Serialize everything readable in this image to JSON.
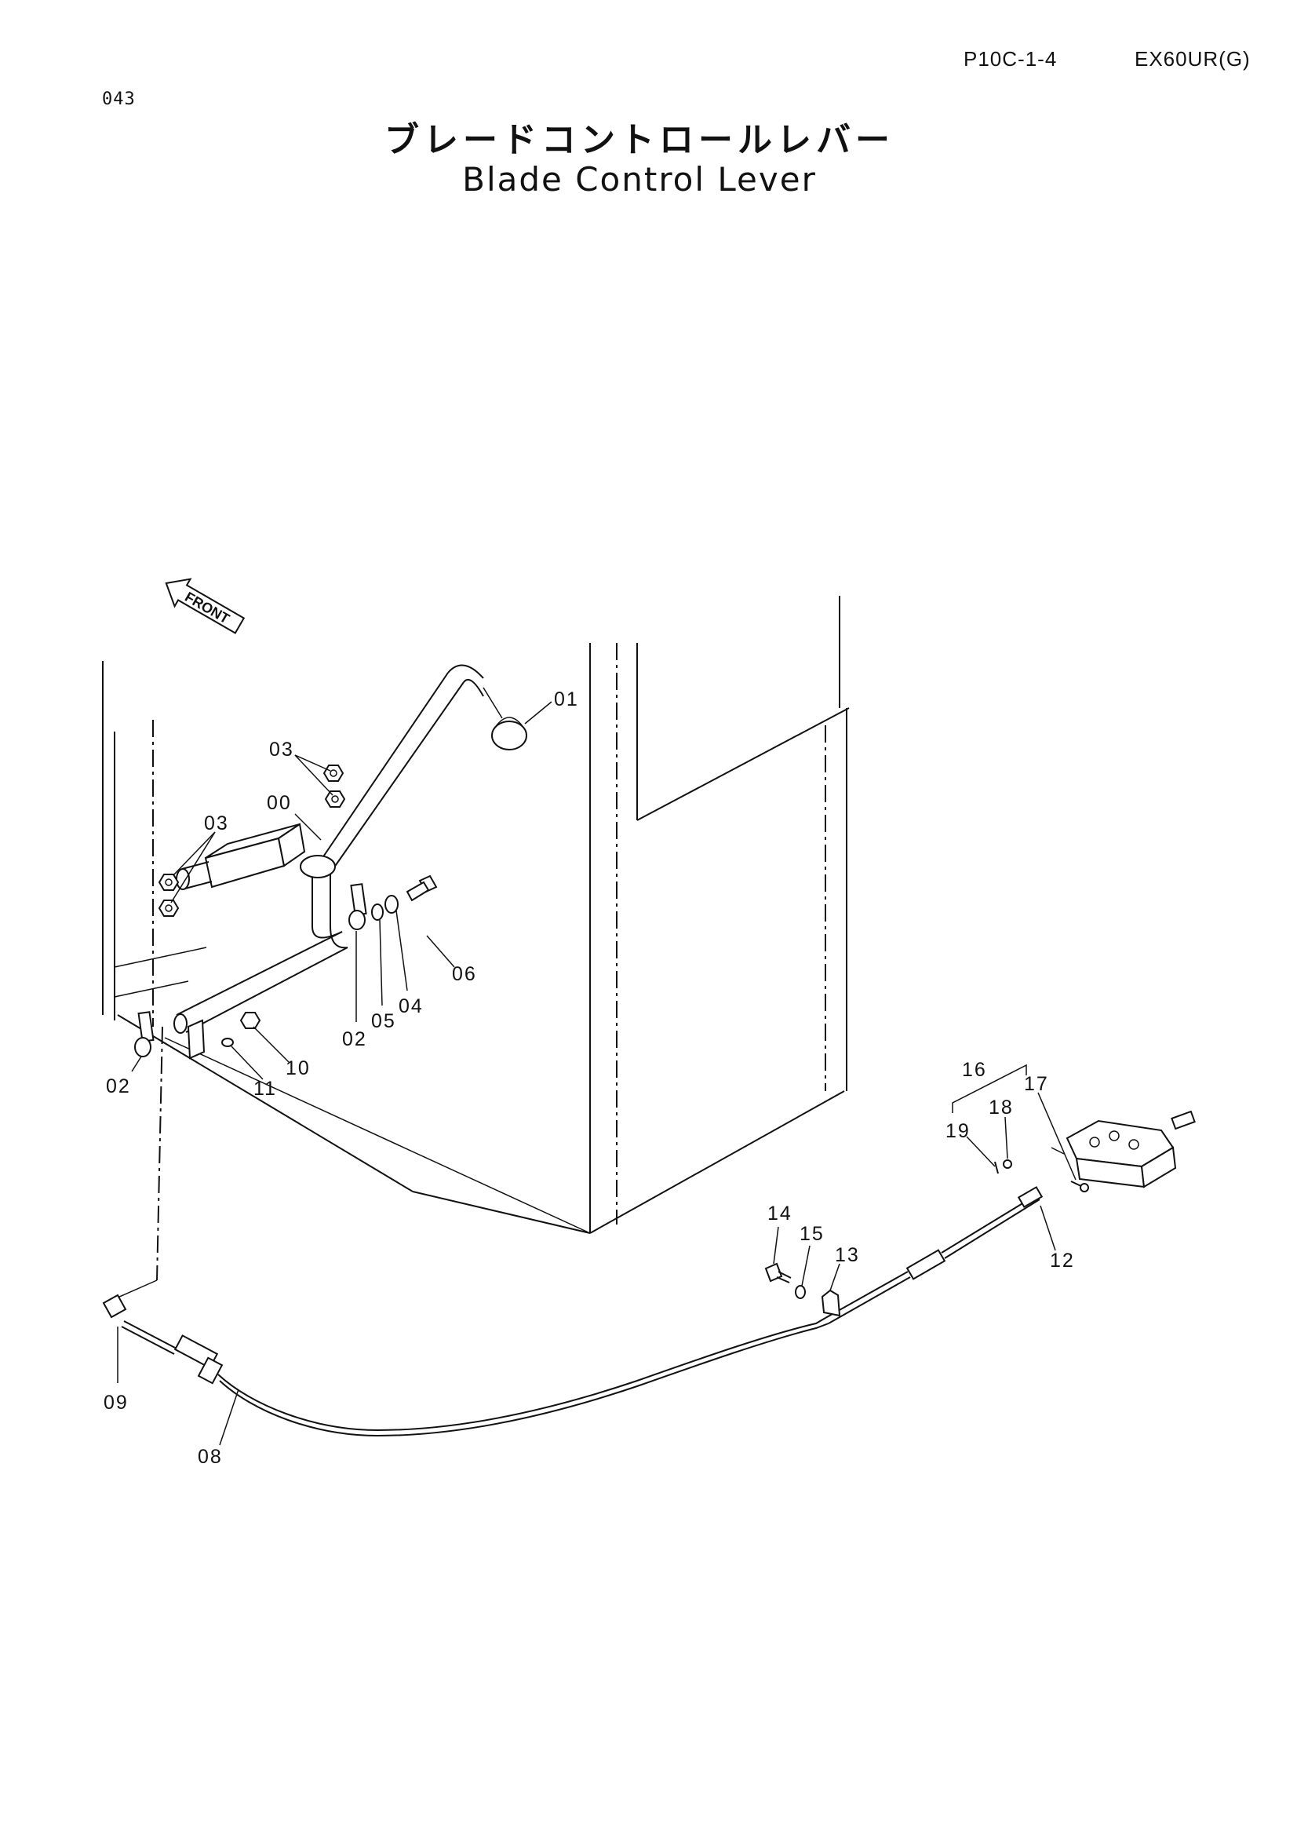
{
  "header": {
    "code": "P10C-1-4",
    "model": "EX60UR(G)",
    "page_number": "043"
  },
  "title": {
    "ja": "ブレードコントロールレバー",
    "en": "Blade Control Lever"
  },
  "front_marker": "FRONT",
  "callouts": [
    {
      "label": "01"
    },
    {
      "label": "03"
    },
    {
      "label": "00"
    },
    {
      "label": "03"
    },
    {
      "label": "06"
    },
    {
      "label": "04"
    },
    {
      "label": "05"
    },
    {
      "label": "02"
    },
    {
      "label": "10"
    },
    {
      "label": "11"
    },
    {
      "label": "02"
    },
    {
      "label": "16"
    },
    {
      "label": "17"
    },
    {
      "label": "18"
    },
    {
      "label": "19"
    },
    {
      "label": "14"
    },
    {
      "label": "15"
    },
    {
      "label": "13"
    },
    {
      "label": "12"
    },
    {
      "label": "09"
    },
    {
      "label": "08"
    }
  ]
}
